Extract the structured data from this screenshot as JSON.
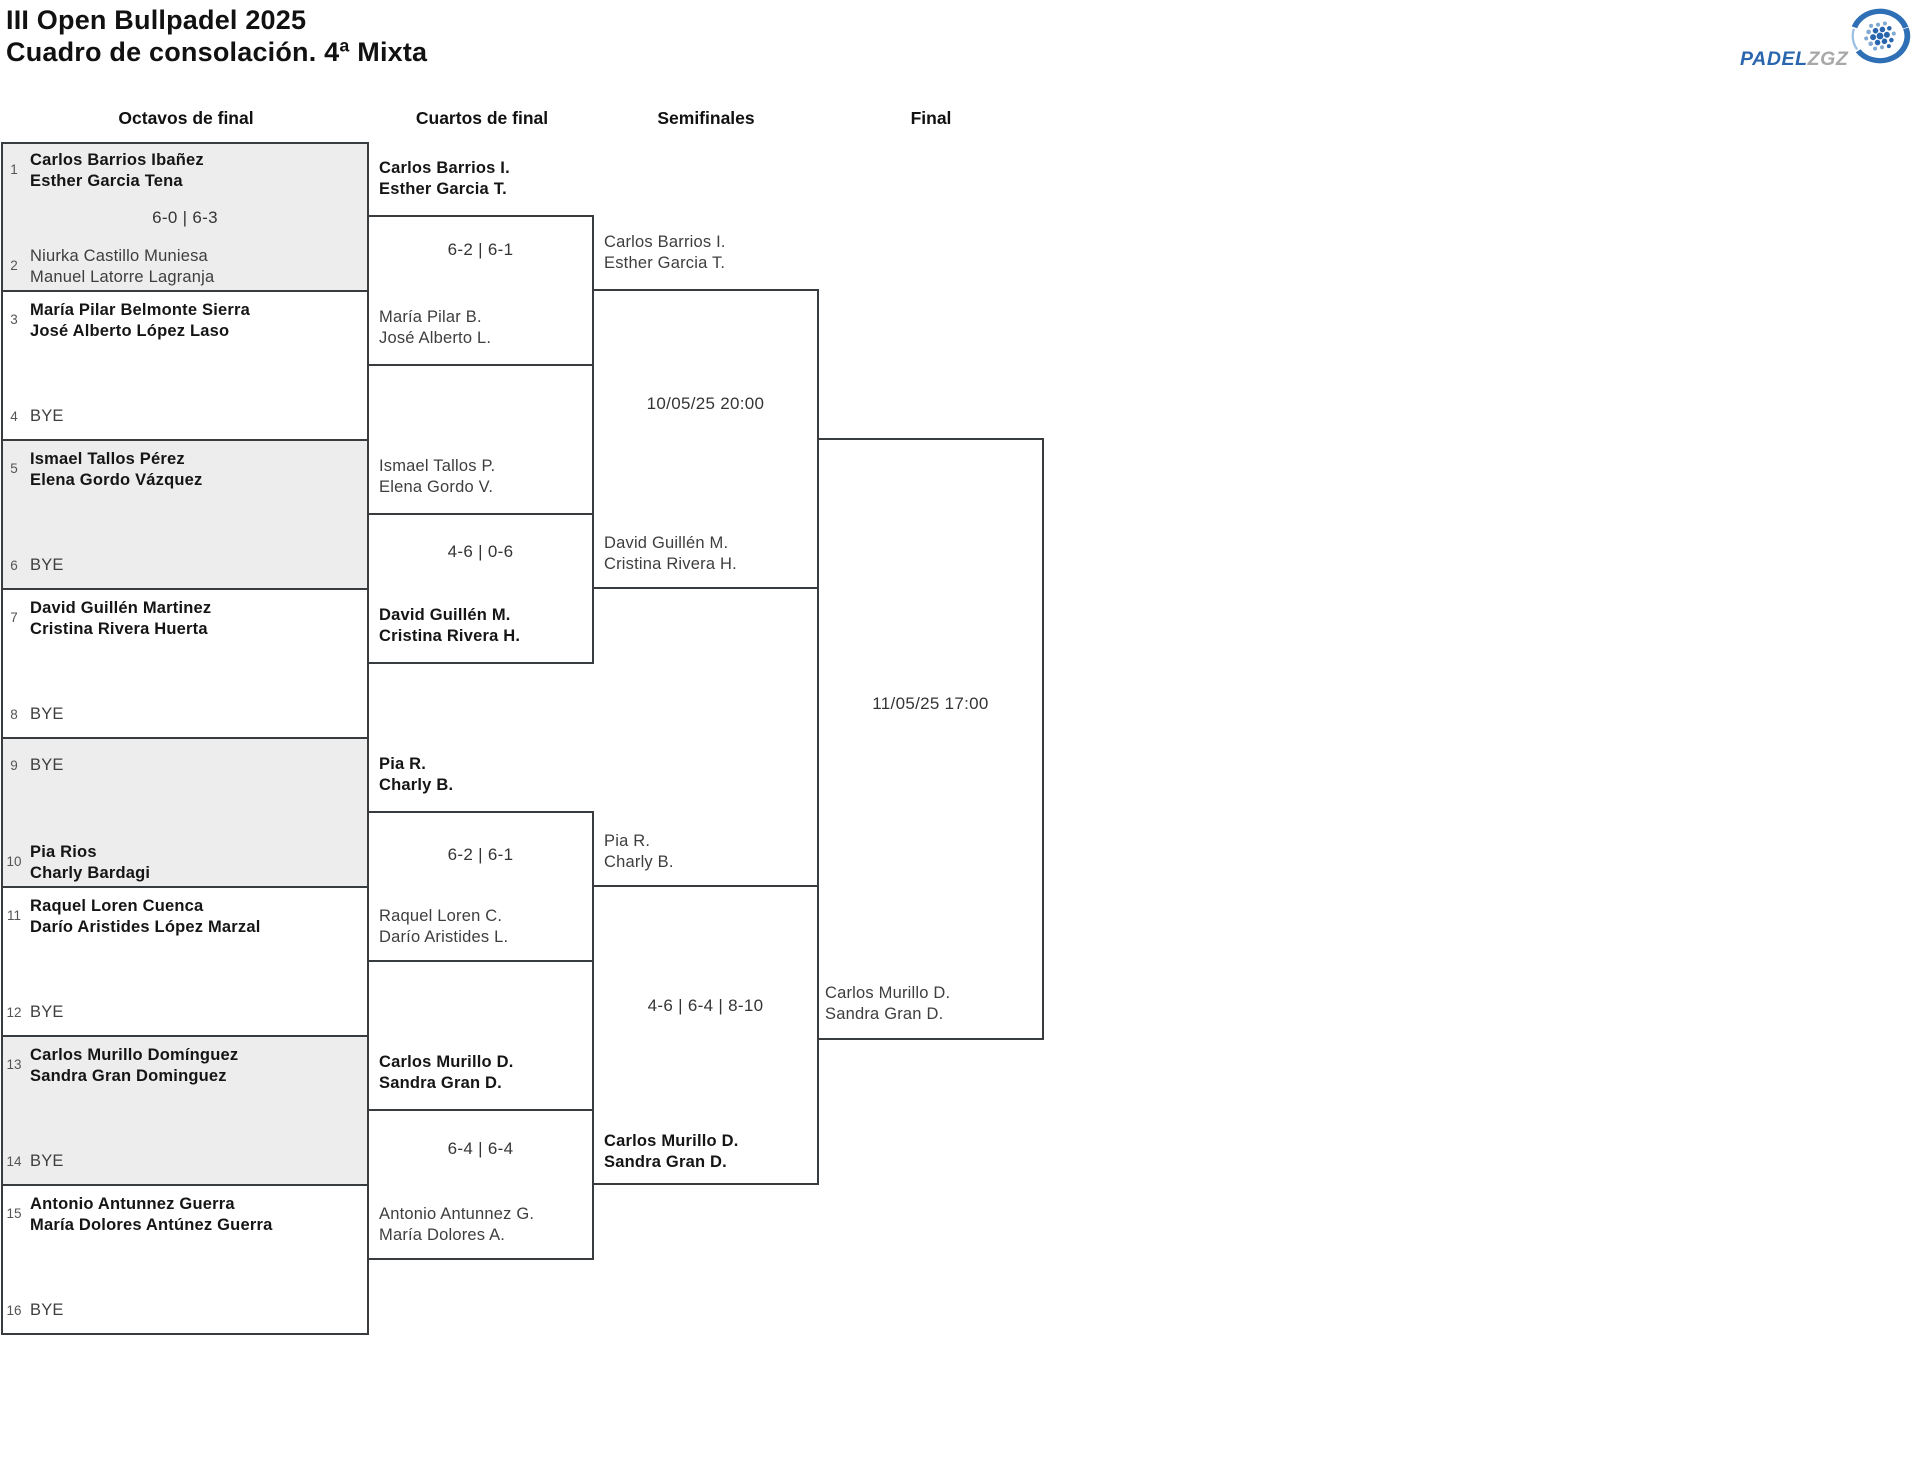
{
  "header": {
    "title": "III Open Bullpadel 2025",
    "subtitle": "Cuadro de consolación. 4ª Mixta"
  },
  "logo": {
    "brand_primary": "PADEL",
    "brand_secondary": "ZGZ",
    "primary_color": "#2a66ae",
    "secondary_color": "#a8a8a8",
    "icon": "padel-racket-icon"
  },
  "rounds": [
    "Octavos de final",
    "Cuartos de final",
    "Semifinales",
    "Final"
  ],
  "octavos": {
    "match1_score": "6-0 | 6-3",
    "seeds": [
      {
        "n": "1",
        "lines": [
          "Carlos Barrios Ibañez",
          "Esther Garcia Tena"
        ]
      },
      {
        "n": "2",
        "lines": [
          "Niurka Castillo Muniesa",
          "Manuel Latorre Lagranja"
        ]
      },
      {
        "n": "3",
        "lines": [
          "María Pilar Belmonte Sierra",
          "José Alberto López Laso"
        ]
      },
      {
        "n": "4",
        "lines": [
          "BYE"
        ]
      },
      {
        "n": "5",
        "lines": [
          "Ismael Tallos Pérez",
          "Elena Gordo Vázquez"
        ]
      },
      {
        "n": "6",
        "lines": [
          "BYE"
        ]
      },
      {
        "n": "7",
        "lines": [
          "David Guillén Martinez",
          "Cristina Rivera Huerta"
        ]
      },
      {
        "n": "8",
        "lines": [
          "BYE"
        ]
      },
      {
        "n": "9",
        "lines": [
          "BYE"
        ]
      },
      {
        "n": "10",
        "lines": [
          "Pia Rios",
          "Charly Bardagi"
        ]
      },
      {
        "n": "11",
        "lines": [
          "Raquel Loren Cuenca",
          "Darío Aristides López Marzal"
        ]
      },
      {
        "n": "12",
        "lines": [
          "BYE"
        ]
      },
      {
        "n": "13",
        "lines": [
          "Carlos Murillo Domínguez",
          "Sandra Gran Dominguez"
        ]
      },
      {
        "n": "14",
        "lines": [
          "BYE"
        ]
      },
      {
        "n": "15",
        "lines": [
          "Antonio Antunnez Guerra",
          "María Dolores Antúnez Guerra"
        ]
      },
      {
        "n": "16",
        "lines": [
          "BYE"
        ]
      }
    ]
  },
  "cuartos": {
    "matches": [
      {
        "top": [
          "Carlos Barrios I.",
          "Esther Garcia T."
        ],
        "bottom": [
          "María Pilar B.",
          "José Alberto L."
        ],
        "score": "6-2 | 6-1"
      },
      {
        "top": [
          "Ismael Tallos P.",
          "Elena Gordo V."
        ],
        "bottom": [
          "David Guillén M.",
          "Cristina Rivera H."
        ],
        "score": "4-6 | 0-6"
      },
      {
        "top": [
          "Pia R.",
          "Charly B."
        ],
        "bottom": [
          "Raquel Loren C.",
          "Darío Aristides L."
        ],
        "score": "6-2 | 6-1"
      },
      {
        "top": [
          "Carlos Murillo D.",
          "Sandra Gran D."
        ],
        "bottom": [
          "Antonio Antunnez G.",
          "María Dolores A."
        ],
        "score": "6-4 | 6-4"
      }
    ]
  },
  "semis": {
    "matches": [
      {
        "top": [
          "Carlos Barrios I.",
          "Esther Garcia T."
        ],
        "bottom": [
          "David Guillén M.",
          "Cristina Rivera H."
        ],
        "score": "10/05/25 20:00"
      },
      {
        "top": [
          "Pia R.",
          "Charly B."
        ],
        "bottom": [
          "Carlos Murillo D.",
          "Sandra Gran D."
        ],
        "score": "4-6 | 6-4 | 8-10"
      }
    ]
  },
  "final": {
    "schedule": "11/05/25 17:00",
    "team_bottom": [
      "Carlos Murillo D.",
      "Sandra Gran D."
    ]
  }
}
